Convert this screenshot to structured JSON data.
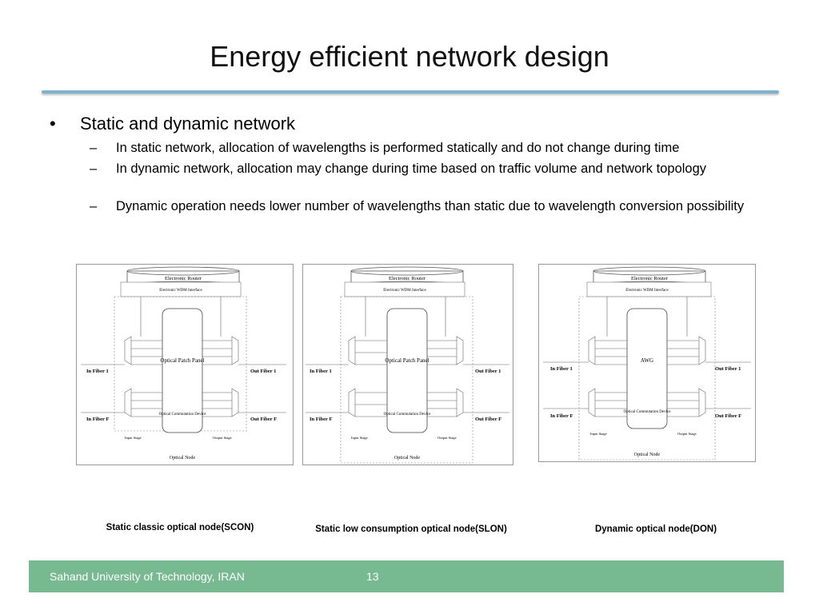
{
  "title": "Energy efficient network design",
  "bullet": {
    "text": "Static and dynamic network"
  },
  "subbullets": [
    {
      "text": "In static network, allocation of wavelengths is performed statically and do not change during time"
    },
    {
      "text": "In dynamic network, allocation may change during time based on traffic volume and network topology"
    },
    {
      "text": "Dynamic operation needs lower number of wavelengths than static due to wavelength conversion possibility"
    }
  ],
  "figures": [
    {
      "caption": "Static classic optical node(SCON)",
      "router": "Electronic Router",
      "wdm": "Electronic WDM Interface",
      "center": "Optical Patch Panel",
      "device": "Optical Commutation Device",
      "in1": "In Fiber 1",
      "inF": "In Fiber F",
      "out1": "Out Fiber 1",
      "outF": "Out Fiber F",
      "in_stage": "Input Stage",
      "out_stage": "Output Stage",
      "node": "Optical Node"
    },
    {
      "caption": "Static low consumption optical node(SLON)",
      "router": "Electronic Router",
      "wdm": "Electronic WDM Interface",
      "center": "Optical Patch Panel",
      "device": "Optical Commutation Device",
      "in1": "In Fiber 1",
      "inF": "In Fiber F",
      "out1": "Out Fiber 1",
      "outF": "Out Fiber F",
      "in_stage": "Input Stage",
      "out_stage": "Output Stage",
      "node": "Optical Node"
    },
    {
      "caption": "Dynamic optical node(DON)",
      "router": "Electronic Router",
      "wdm": "Electronic WDM Interface",
      "center": "AWG",
      "device": "Optical Commutation Device",
      "in1": "In Fiber 1",
      "inF": "In Fiber F",
      "out1": "Out Fiber 1",
      "outF": "Out Fiber F",
      "in_stage": "Input Stage",
      "out_stage": "Output Stage",
      "node": "Optical Node"
    }
  ],
  "footer": {
    "left": "Sahand University of Technology, IRAN",
    "page": "13"
  }
}
